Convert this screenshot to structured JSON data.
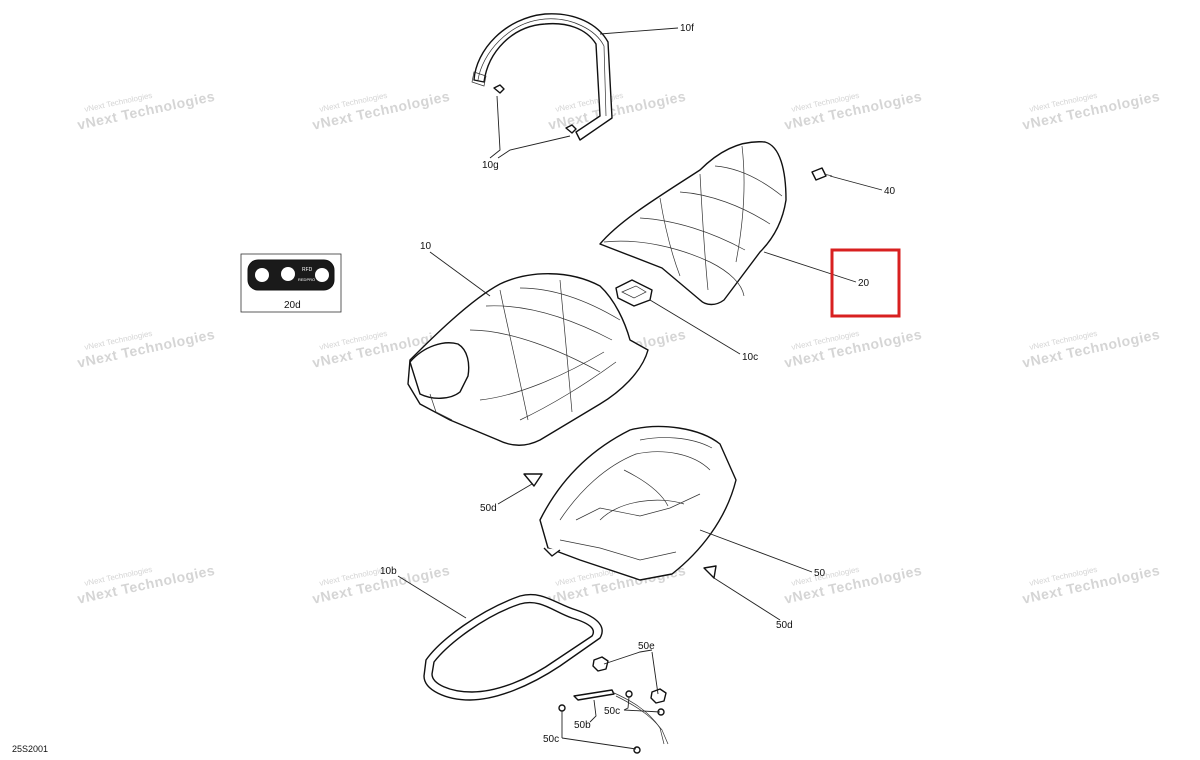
{
  "document_id": "25S2001",
  "highlighted_part": "20",
  "highlight_color": "#d82020",
  "watermark": {
    "line1": "vNext Technologies",
    "line2": "vNext Technologies"
  },
  "parts": {
    "p10f": "10f",
    "p10g": "10g",
    "p40": "40",
    "p10": "10",
    "p20": "20",
    "p20d": "20d",
    "p10c": "10c",
    "p50d_left": "50d",
    "p50": "50",
    "p50d_right": "50d",
    "p10b": "10b",
    "p50e": "50e",
    "p50c_top": "50c",
    "p50b": "50b",
    "p50c_bottom": "50c"
  },
  "decal": {
    "text1": "RFD",
    "text2": "REDPRO"
  }
}
